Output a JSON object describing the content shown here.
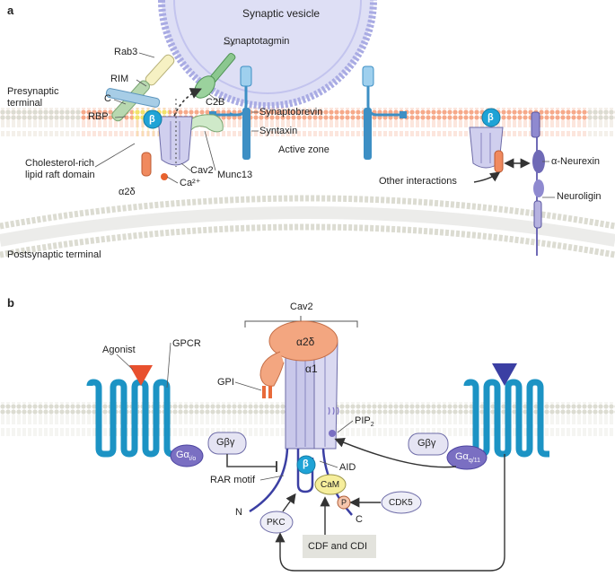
{
  "panel_a": {
    "letter": "a",
    "synaptic_vesicle": "Synaptic vesicle",
    "presynaptic_terminal_line1": "Presynaptic",
    "presynaptic_terminal_line2": "terminal",
    "postsynaptic_terminal": "Postsynaptic terminal",
    "rab3": "Rab3",
    "rim": "RIM",
    "c_label": "C",
    "rbp": "RBP",
    "synaptotagmin": "Synaptotagmin",
    "c2b": "C2B",
    "synaptobrevin": "Synaptobrevin",
    "syntaxin": "Syntaxin",
    "active_zone": "Active zone",
    "cholesterol_line1": "Cholesterol-rich",
    "cholesterol_line2": "lipid raft domain",
    "alpha2delta": "α2δ",
    "cav2": "Cav2",
    "ca2": "Ca²⁺",
    "munc13": "Munc13",
    "beta": "β",
    "other_interactions": "Other interactions",
    "alpha_neurexin": "α-Neurexin",
    "neuroligin": "Neuroligin"
  },
  "panel_b": {
    "letter": "b",
    "cav2": "Cav2",
    "alpha2delta": "α2δ",
    "alpha1": "α1",
    "agonist": "Agonist",
    "gpcr": "GPCR",
    "gpi": "GPI",
    "galpha_io": "Gα",
    "galpha_io_sub": "i/o",
    "gbg_left": "Gβγ",
    "gbg_right": "Gβγ",
    "galpha_q11": "Gα",
    "galpha_q11_sub": "q/11",
    "pip2": "PIP",
    "pip2_sub": "2",
    "beta": "β",
    "aid": "AID",
    "rar_motif": "RAR motif",
    "cam": "CaM",
    "p": "P",
    "cdk5": "CDK5",
    "n_label": "N",
    "c_label": "C",
    "pkc": "PKC",
    "cdf_cdi": "CDF and CDI"
  },
  "colors": {
    "membrane_orange": "#f6a98a",
    "membrane_grey": "#d9d9d0",
    "vesicle": "#b7b9e8",
    "channel": "#c9c8ea",
    "beta_blue": "#1fa3d6",
    "alpha2delta": "#f3a680",
    "gpcr_blue": "#1c93c4",
    "agonist_red": "#e8502e",
    "ligand_navy": "#3b3fa3",
    "galpha_purple": "#7a6fc2",
    "cam_yellow": "#f6ee9c"
  }
}
